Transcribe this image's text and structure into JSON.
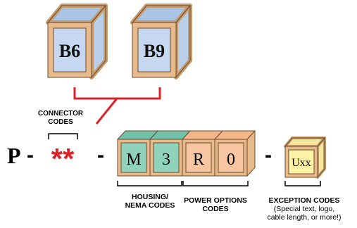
{
  "colors": {
    "blue_top": "#a9c4e4",
    "blue_side": "#b7cfe9",
    "blue_face": "#c6d8f0",
    "tan": "#e8b98a",
    "tan_dark": "#c69a6b",
    "green_top": "#6fc1a8",
    "green_face": "#8fd3bd",
    "orange_top": "#f4b58a",
    "orange_face": "#f7c6a1",
    "yellow_top": "#f3e79a",
    "yellow_face": "#fff3a6",
    "red": "#d8232a"
  },
  "connector_cubes": [
    {
      "code": "B6"
    },
    {
      "code": "B9"
    }
  ],
  "connector_label": [
    "CONNECTOR",
    "CODES"
  ],
  "prefix": "P",
  "dash1": "-",
  "placeholder": "**",
  "dash2": "-",
  "code_blocks": [
    {
      "char": "M",
      "group": "housing"
    },
    {
      "char": "3",
      "group": "housing"
    },
    {
      "char": "R",
      "group": "power"
    },
    {
      "char": "0",
      "group": "power"
    }
  ],
  "dash3": "-",
  "exception_block": {
    "code": "Uxx"
  },
  "housing_label": [
    "HOUSING/",
    "NEMA CODES"
  ],
  "power_label": [
    "POWER OPTIONS",
    "CODES"
  ],
  "exception_label": {
    "title": "EXCEPTION CODES",
    "note": [
      "(Special text, logo,",
      "cable length, or more!)"
    ]
  }
}
